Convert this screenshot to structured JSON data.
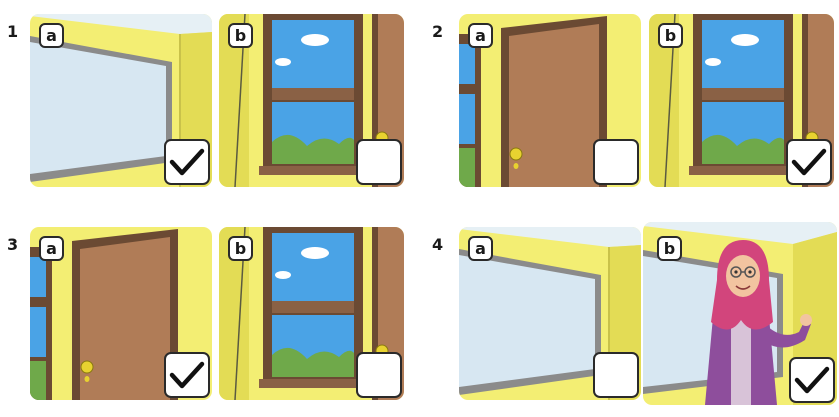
{
  "questions": [
    {
      "number": "1",
      "options": [
        {
          "label": "a",
          "scene": "whiteboard",
          "checked": true
        },
        {
          "label": "b",
          "scene": "window",
          "checked": false
        }
      ]
    },
    {
      "number": "2",
      "options": [
        {
          "label": "a",
          "scene": "door",
          "checked": false
        },
        {
          "label": "b",
          "scene": "window",
          "checked": true
        }
      ]
    },
    {
      "number": "3",
      "options": [
        {
          "label": "a",
          "scene": "door",
          "checked": true
        },
        {
          "label": "b",
          "scene": "window",
          "checked": false
        }
      ]
    },
    {
      "number": "4",
      "options": [
        {
          "label": "a",
          "scene": "whiteboard",
          "checked": false
        },
        {
          "label": "b",
          "scene": "teacher",
          "checked": true
        }
      ]
    }
  ],
  "colors": {
    "wall": "#f3ee73",
    "wall_shadow": "#e3dc55",
    "door": "#b07c57",
    "frame": "#6b4a33",
    "sky": "#4aa3e6",
    "grass": "#6fa94a",
    "board": "#d7e7f2",
    "hijab": "#d2457c",
    "cardigan": "#8e4e9c"
  },
  "icons": {
    "tick": "check-icon"
  }
}
